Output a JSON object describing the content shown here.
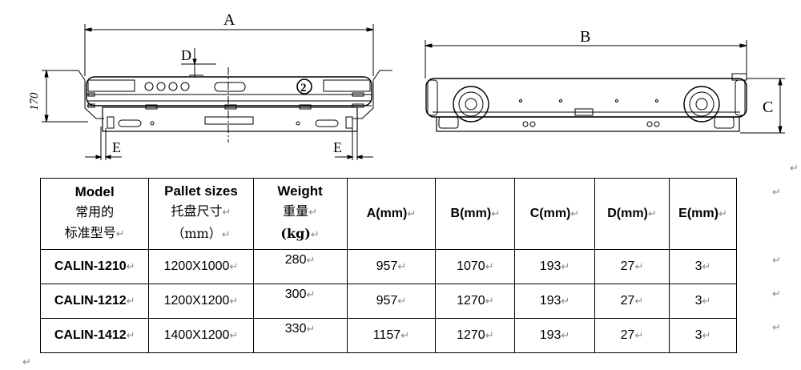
{
  "drawing": {
    "dim_a": "A",
    "dim_b": "B",
    "dim_c": "C",
    "dim_d": "D",
    "dim_e_left": "E",
    "dim_e_right": "E",
    "dim_170": "170",
    "badge_number": "2"
  },
  "table": {
    "headers": {
      "model_en": "Model",
      "model_cn1": "常用的",
      "model_cn2": "标准型号",
      "pallet_en": "Pallet sizes",
      "pallet_cn1": "托盘尺寸",
      "pallet_cn2": "（mm）",
      "weight_en": "Weight",
      "weight_cn": "重量",
      "weight_unit": "(kg)",
      "a": "A(mm)",
      "b": "B(mm)",
      "c": "C(mm)",
      "d": "D(mm)",
      "e": "E(mm)"
    },
    "rows": [
      {
        "model": "CALIN-1210",
        "pallet": "1200X1000",
        "weight": "280",
        "a": "957",
        "b": "1070",
        "c": "193",
        "d": "27",
        "e": "3"
      },
      {
        "model": "CALIN-1212",
        "pallet": "1200X1200",
        "weight": "300",
        "a": "957",
        "b": "1270",
        "c": "193",
        "d": "27",
        "e": "3"
      },
      {
        "model": "CALIN-1412",
        "pallet": "1400X1200",
        "weight": "330",
        "a": "1157",
        "b": "1270",
        "c": "193",
        "d": "27",
        "e": "3"
      }
    ],
    "para_mark": "↵"
  }
}
